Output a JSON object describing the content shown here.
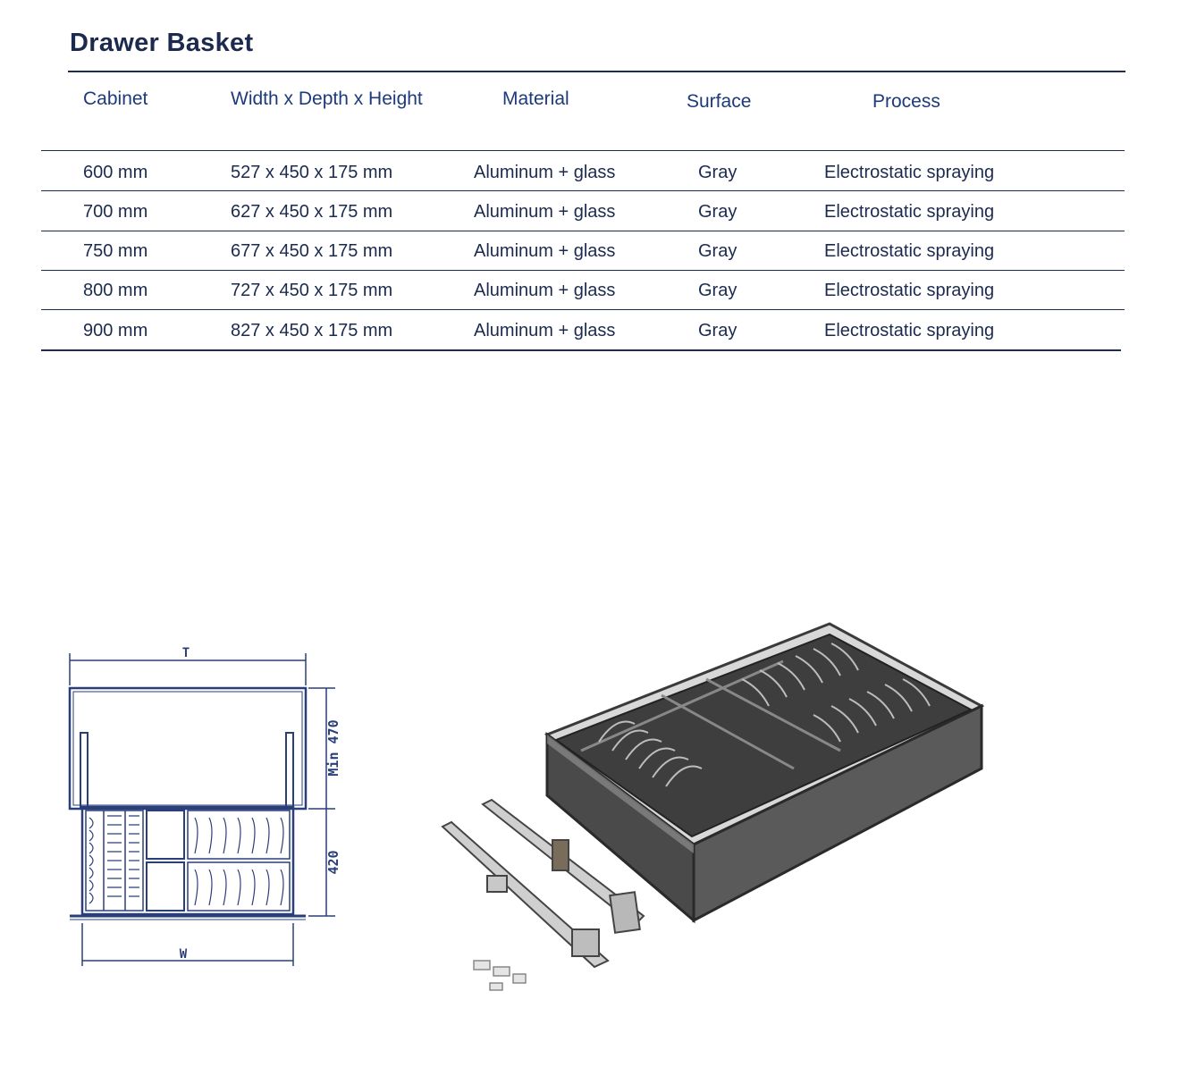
{
  "title": "Drawer Basket",
  "headers": {
    "cabinet": "Cabinet",
    "size": "Width x Depth x Height",
    "material": "Material",
    "surface": "Surface",
    "process": "Process"
  },
  "rows": [
    {
      "cabinet": "600 mm",
      "size": "527 x 450 x 175 mm",
      "material": "Aluminum + glass",
      "surface": "Gray",
      "process": "Electrostatic spraying"
    },
    {
      "cabinet": "700 mm",
      "size": "627 x 450 x 175 mm",
      "material": "Aluminum + glass",
      "surface": "Gray",
      "process": "Electrostatic spraying"
    },
    {
      "cabinet": "750 mm",
      "size": "677 x 450 x 175 mm",
      "material": "Aluminum + glass",
      "surface": "Gray",
      "process": "Electrostatic spraying"
    },
    {
      "cabinet": "800 mm",
      "size": "727 x 450 x 175 mm",
      "material": "Aluminum + glass",
      "surface": "Gray",
      "process": "Electrostatic spraying"
    },
    {
      "cabinet": "900 mm",
      "size": "827 x 450 x 175 mm",
      "material": "Aluminum + glass",
      "surface": "Gray",
      "process": "Electrostatic spraying"
    }
  ],
  "diagram": {
    "top_label": "T",
    "bottom_label": "W",
    "height_upper": "Min 470",
    "height_lower": "420"
  },
  "colors": {
    "text": "#1b2a4e",
    "header": "#1d3a7a",
    "line": "#1f2d52",
    "diagram": "#2a3f7a"
  }
}
